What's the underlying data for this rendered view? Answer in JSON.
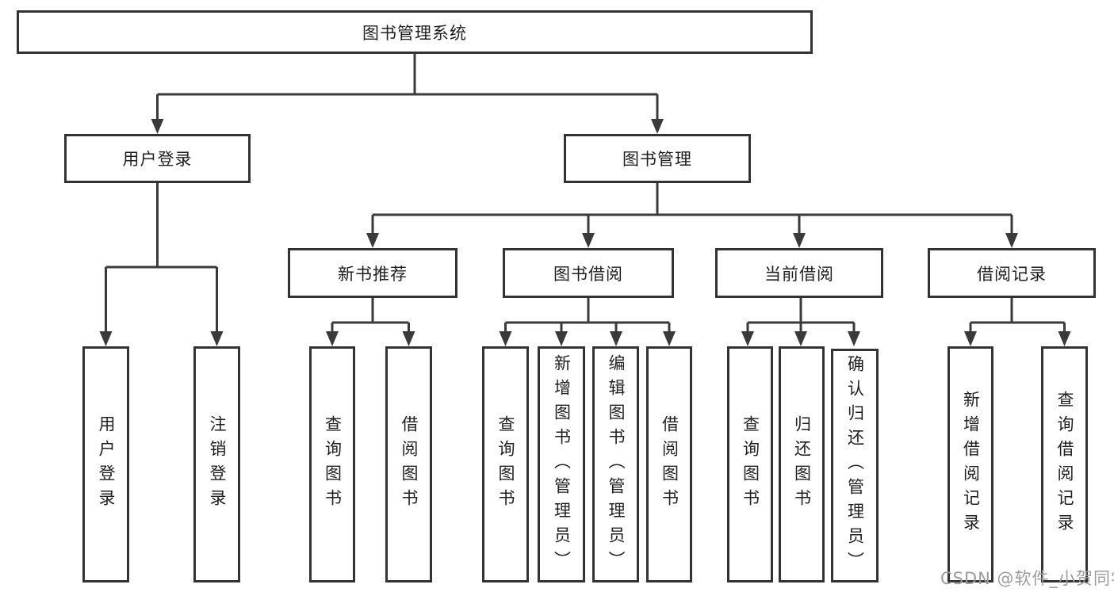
{
  "diagram": {
    "title": "图书管理系统",
    "level2": {
      "user_login": "用户登录",
      "book_management": "图书管理"
    },
    "level3": {
      "new_book_recommend": "新书推荐",
      "book_borrowing": "图书借阅",
      "current_borrowing": "当前借阅",
      "borrowing_records": "借阅记录"
    },
    "leaves": {
      "user_login": "用户登录",
      "logout": "注销登录",
      "query_books_recommend": "查询图书",
      "borrow_books_recommend": "借阅图书",
      "query_books_borrow": "查询图书",
      "add_book_admin": "新增图书（管理员）",
      "edit_book_admin": "编辑图书（管理员）",
      "borrow_books_borrow": "借阅图书",
      "query_books_current": "查询图书",
      "return_books": "归还图书",
      "confirm_return_admin": "确认归还（管理员）",
      "add_borrow_record": "新增借阅记录",
      "query_borrow_record": "查询借阅记录"
    },
    "watermark": "CSDN @软件_小贺同学",
    "colors": {
      "line": "#3a3a3a",
      "border": "#333333",
      "text": "#1f1f1f",
      "watermark": "#9b9b9b",
      "background": "#ffffff"
    }
  }
}
